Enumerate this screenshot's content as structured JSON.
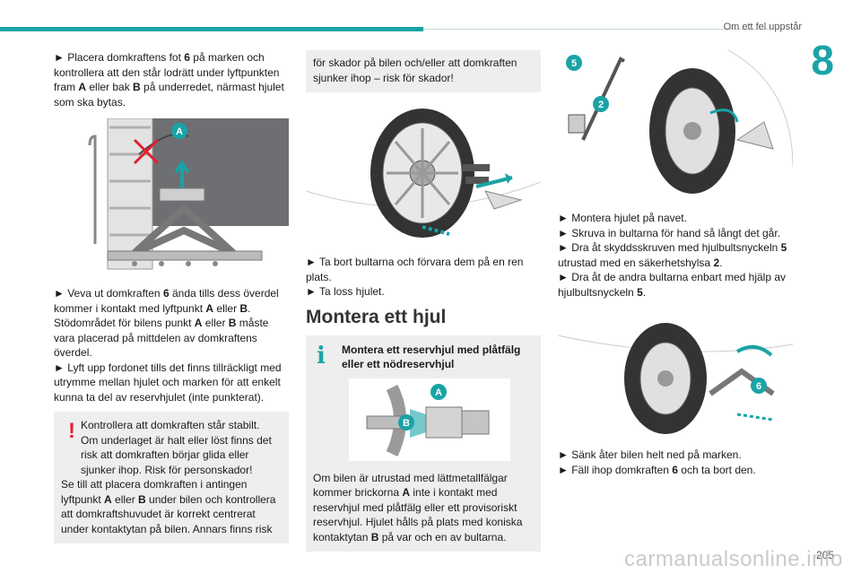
{
  "header": {
    "title": "Om ett fel uppstår",
    "chapter": "8",
    "page_number": "205"
  },
  "watermark": "carmanualsonline.info",
  "col1": {
    "p1": [
      "► Placera domkraftens fot ",
      "6",
      " på marken och kontrollera att den står lodrätt under lyftpunkten fram ",
      "A",
      " eller bak ",
      "B",
      " på underredet, närmast hjulet som ska bytas."
    ],
    "p2": [
      "► Veva ut domkraften ",
      "6",
      " ända tills dess överdel kommer i kontakt med lyftpunkt ",
      "A",
      " eller ",
      "B",
      ". Stödområdet för bilens punkt ",
      "A",
      " eller ",
      "B",
      " måste vara placerad på mittdelen av domkraftens överdel."
    ],
    "p3": "► Lyft upp fordonet tills det finns tillräckligt med utrymme mellan hjulet och marken för att enkelt kunna ta del av reservhjulet (inte punkterat).",
    "warning": {
      "mark": "!",
      "line1": "Kontrollera att domkraften står stabilt.",
      "line2": "Om underlaget är halt eller löst finns det risk att domkraften börjar glida eller sjunker ihop. Risk för personskador!",
      "line3a": "Se till att placera domkraften i antingen lyftpunkt ",
      "A": "A",
      "line3b": " eller ",
      "B": "B",
      "line3c": " under bilen och kontrollera att domkraftshuvudet är korrekt centrerat under kontaktytan på bilen. Annars finns risk"
    },
    "fig1_label": "A"
  },
  "col2": {
    "warning_cont": "för skador på bilen och/eller att domkraften sjunker ihop – risk för skador!",
    "steps": [
      "► Ta bort bultarna och förvara dem på en ren plats.",
      "► Ta loss hjulet."
    ],
    "section_title": "Montera ett hjul",
    "info": {
      "icon": "i",
      "title": "Montera ett reservhjul med plåtfälg eller ett nödreservhjul",
      "body_a": "Om bilen är utrustad med lättmetallfälgar kommer brickorna ",
      "A": "A",
      "body_b": " inte i kontakt med reservhjul med plåtfälg eller ett provisoriskt reservhjul. Hjulet hålls på plats med koniska kontaktytan ",
      "B": "B",
      "body_c": " på var och en av bultarna."
    },
    "fig_labels": [
      "A",
      "B"
    ]
  },
  "col3": {
    "steps1": [
      "► Montera hjulet på navet.",
      "► Skruva in bultarna för hand så långt det går."
    ],
    "step_5a": "► Dra åt skyddsskruven med hjulbultsnyckeln ",
    "step_5n": "5",
    "step_5b": " utrustad med en säkerhetshylsa ",
    "step_5c": "2",
    "step_5d": ".",
    "step_6a": "► Dra åt de andra bultarna enbart med hjälp av hjulbultsnyckeln ",
    "step_6n": "5",
    "step_6b": ".",
    "steps2": [
      "► Sänk åter bilen helt ned på marken."
    ],
    "step_last_a": "► Fäll ihop domkraften ",
    "step_last_n": "6",
    "step_last_b": " och ta bort den.",
    "fig_labels": [
      "5",
      "2",
      "6"
    ]
  },
  "colors": {
    "accent": "#1aa3a6",
    "warning": "#e4202a",
    "box": "#eeeeee"
  }
}
